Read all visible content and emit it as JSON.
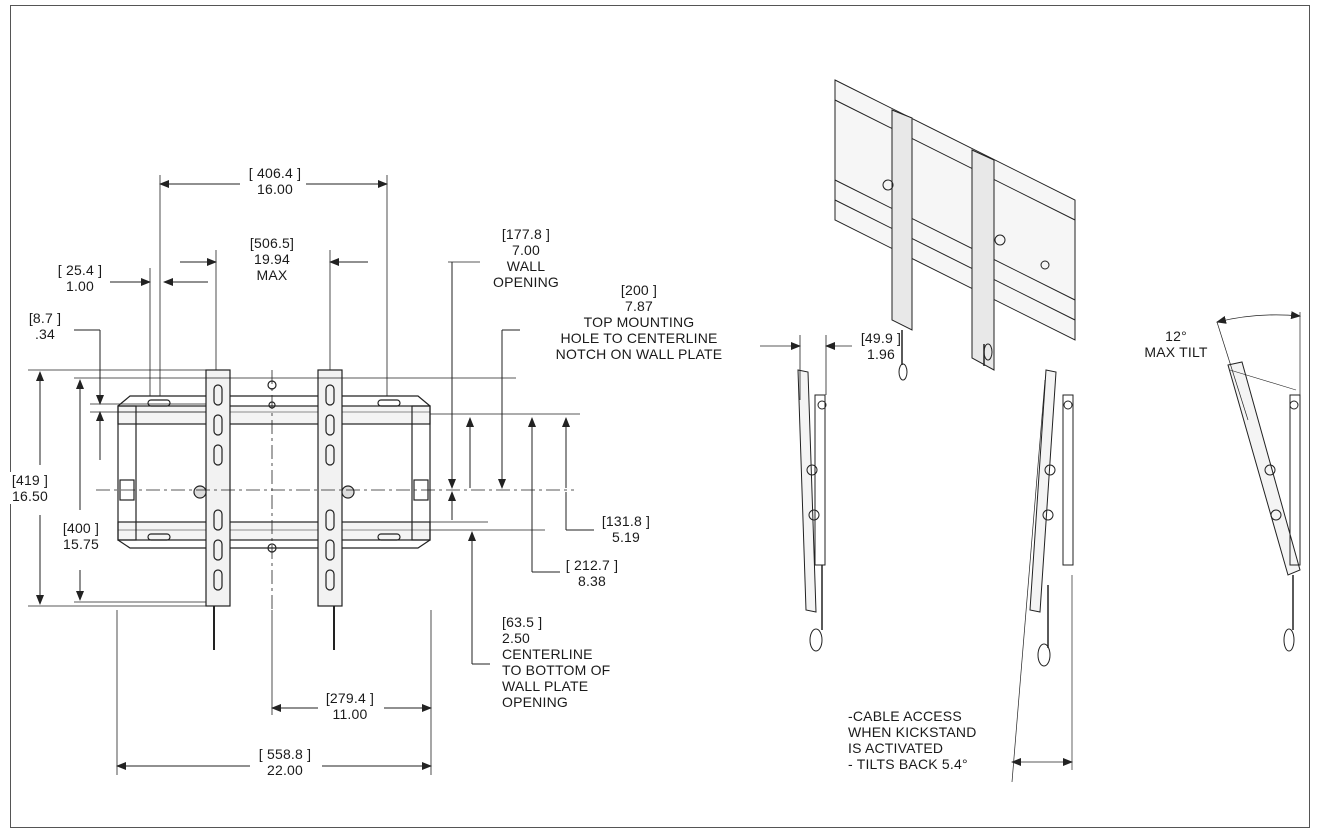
{
  "dims": {
    "width_total": {
      "mm": "[ 558.8 ]",
      "in": "22.00"
    },
    "slot_span": {
      "mm": "[ 406.4 ]",
      "in": "16.00"
    },
    "max_width": {
      "mm": "[506.5]",
      "in": "19.94",
      "note": "MAX"
    },
    "slot_offset": {
      "mm": "[ 25.4 ]",
      "in": "1.00"
    },
    "edge_offset": {
      "mm": "[8.7 ]",
      "in": ".34"
    },
    "wall_opening": {
      "mm": "[177.8 ]",
      "in": "7.00",
      "l1": "WALL",
      "l2": "OPENING"
    },
    "top_hole": {
      "mm": "[200 ]",
      "in": "7.87",
      "l1": "TOP MOUNTING",
      "l2": "HOLE TO CENTERLINE",
      "l3": "NOTCH ON WALL PLATE"
    },
    "height_total": {
      "mm": "[419 ]",
      "in": "16.50"
    },
    "height_plate": {
      "mm": "[400 ]",
      "in": "15.75"
    },
    "d131": {
      "mm": "[131.8 ]",
      "in": "5.19"
    },
    "d212": {
      "mm": "[ 212.7 ]",
      "in": "8.38"
    },
    "d63": {
      "mm": "[63.5 ]",
      "in": "2.50",
      "l1": "CENTERLINE",
      "l2": "TO BOTTOM OF",
      "l3": "WALL PLATE",
      "l4": "OPENING"
    },
    "d279": {
      "mm": "[279.4 ]",
      "in": "11.00"
    },
    "depth": {
      "mm": "[49.9 ]",
      "in": "1.96"
    },
    "tilt": {
      "deg": "12°",
      "text": "MAX TILT"
    },
    "cable": {
      "l1": "-CABLE ACCESS",
      "l2": "WHEN KICKSTAND",
      "l3": "IS ACTIVATED",
      "l4": "- TILTS BACK 5.4°"
    }
  }
}
